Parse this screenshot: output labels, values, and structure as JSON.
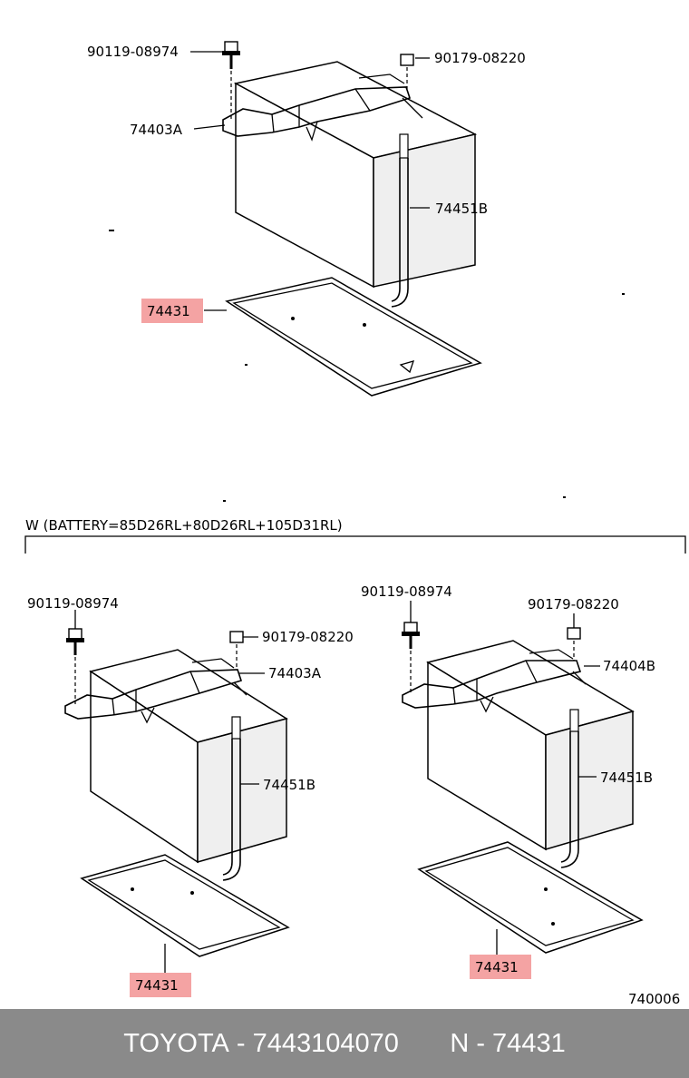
{
  "diagram": {
    "top": {
      "bolt": "90119-08974",
      "nut": "90179-08220",
      "clamp": "74403A",
      "rod": "74451B",
      "tray": "74431"
    },
    "section_title": "W (BATTERY=85D26RL+80D26RL+105D31RL)",
    "left": {
      "bolt": "90119-08974",
      "nut": "90179-08220",
      "clamp": "74403A",
      "rod": "74451B",
      "tray": "74431"
    },
    "right": {
      "bolt": "90119-08974",
      "nut": "90179-08220",
      "clamp": "74404B",
      "rod": "74451B",
      "tray": "74431"
    },
    "figure_code": "740006",
    "highlight_color": "#f4a3a3"
  },
  "footer": {
    "brand": "TOYOTA",
    "part_number": "7443104070",
    "part_ref": "N - 74431",
    "separator": " - ",
    "gap": "       ",
    "background": "#8a8a8a"
  }
}
